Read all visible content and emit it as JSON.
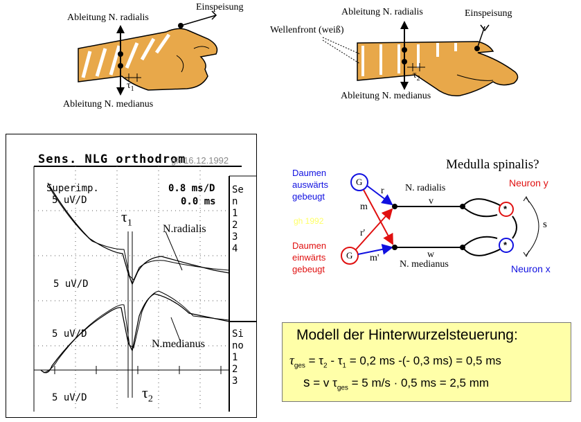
{
  "top_left": {
    "label_radialis": "Ableitung N. radialis",
    "label_einspeisung": "Einspeisung",
    "label_medianus": "Ableitung N. medianus",
    "tau": "τ",
    "tau_sub": "1"
  },
  "top_right": {
    "label_radialis": "Ableitung N. radialis",
    "label_einspeisung": "Einspeisung",
    "label_wellenfront": "Wellenfront (weiß)",
    "label_medianus": "Ableitung N. medianus",
    "tau": "τ",
    "tau_sub": "2"
  },
  "scope": {
    "title": "Sens. NLG orthodrom",
    "stamp": "gh 16.12.1992",
    "superimp": "Superimp.",
    "scale_top_left": "5 uV/D",
    "scale_top_right1": "0.8 ms/D",
    "scale_top_right2": "0.0 ms",
    "scale_mid": "5 uV/D",
    "scale_mid2": "5 uV/D",
    "scale_bottom": "5 uV/D",
    "side_top": [
      "Se",
      "n",
      "1",
      "2",
      "3",
      "4"
    ],
    "side_bottom": [
      "Si",
      "no",
      "1",
      "2",
      "3"
    ],
    "label_radialis": "N.radialis",
    "label_medianus": "N.medianus",
    "tau": "τ",
    "tau1_sub": "1",
    "tau2_sub": "2"
  },
  "network": {
    "title": "Medulla spinalis?",
    "daumen_aus": [
      "Daumen",
      "auswärts",
      "gebeugt"
    ],
    "daumen_ein": [
      "Daumen",
      "einwärts",
      "gebeugt"
    ],
    "watermark": "gh 1992",
    "node_g": "G",
    "label_r": "r",
    "label_m": "m",
    "label_r_prime": "r'",
    "label_m_prime": "m'",
    "label_v": "v",
    "label_w": "w",
    "label_s": "s",
    "n_radialis": "N. radialis",
    "n_medianus": "N. medianus",
    "neuron_y": "Neuron y",
    "neuron_x": "Neuron x",
    "star": "*",
    "colors": {
      "blue": "#1010e0",
      "red": "#e01010"
    }
  },
  "model": {
    "title": "Modell der Hinterwurzelsteuerung:",
    "eq1_lhs": "τ",
    "eq1_lhs_sub": "ges",
    "eq1_rest1": " =  τ",
    "eq1_sub2": "2",
    "eq1_rest2": " - τ",
    "eq1_sub1": "1",
    "eq1_rest3": " = 0,2 ms -(- 0,3 ms) = 0,5 ms",
    "eq2_s": "s",
    "eq2_mid": "  = v τ",
    "eq2_sub": "ges",
    "eq2_rest": " = 5 m/s · 0,5 ms = 2,5 mm"
  },
  "colors": {
    "skin": "#e8a84a",
    "model_bg": "#ffffa8",
    "neuron_y": "#e01010",
    "neuron_x": "#1010e0"
  }
}
